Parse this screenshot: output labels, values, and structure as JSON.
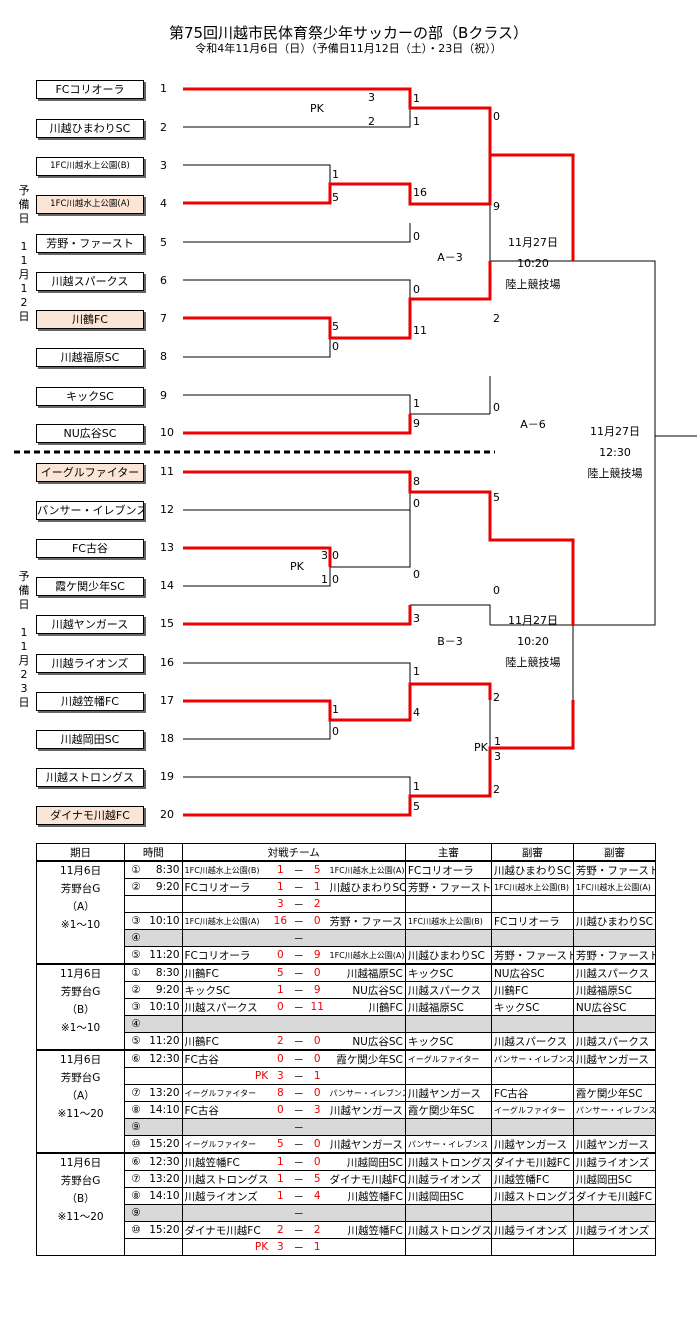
{
  "header": {
    "title": "第75回川越市民体育祭少年サッカーの部（Bクラス）",
    "subtitle": "令和4年11月6日（日）（予備日11月12日（土）・23日（祝））"
  },
  "teams": [
    {
      "name": "FCコリオーラ",
      "seed": "1"
    },
    {
      "name": "川越ひまわりSC",
      "seed": "2"
    },
    {
      "name": "1FC川越水上公園(B)",
      "seed": "3"
    },
    {
      "name": "1FC川越水上公園(A)",
      "seed": "4"
    },
    {
      "name": "芳野・ファースト",
      "seed": "5"
    },
    {
      "name": "川越スパークス",
      "seed": "6"
    },
    {
      "name": "川鶴FC",
      "seed": "7"
    },
    {
      "name": "川越福原SC",
      "seed": "8"
    },
    {
      "name": "キックSC",
      "seed": "9"
    },
    {
      "name": "NU広谷SC",
      "seed": "10"
    },
    {
      "name": "イーグルファイター",
      "seed": "11"
    },
    {
      "name": "パンサー・イレブンス",
      "seed": "12"
    },
    {
      "name": "FC古谷",
      "seed": "13"
    },
    {
      "name": "霞ケ関少年SC",
      "seed": "14"
    },
    {
      "name": "川越ヤンガース",
      "seed": "15"
    },
    {
      "name": "川越ライオンズ",
      "seed": "16"
    },
    {
      "name": "川越笠幡FC",
      "seed": "17"
    },
    {
      "name": "川越岡田SC",
      "seed": "18"
    },
    {
      "name": "川越ストロングス",
      "seed": "19"
    },
    {
      "name": "ダイナモ川越FC",
      "seed": "20"
    }
  ],
  "side_labels": {
    "top": [
      "予",
      "備",
      "日",
      "",
      "1",
      "1",
      "月",
      "1",
      "2",
      "日"
    ],
    "bottom": [
      "予",
      "備",
      "日",
      "",
      "1",
      "1",
      "月",
      "2",
      "3",
      "日"
    ]
  },
  "bracket": {
    "pk": "PK",
    "scores": [
      "3",
      "2",
      "1",
      "1",
      "1",
      "5",
      "16",
      "0",
      "0",
      "9",
      "0",
      "5",
      "0",
      "11",
      "2",
      "1",
      "9",
      "0",
      "8",
      "0",
      "5",
      "3",
      "1",
      "0",
      "0",
      "0",
      "3",
      "0",
      "1",
      "1",
      "4",
      "0",
      "2",
      "1",
      "3",
      "1",
      "5",
      "2"
    ],
    "semi_top": {
      "label": "A－3",
      "date": "11月27日",
      "time": "10:20",
      "venue": "陸上競技場"
    },
    "semi_bottom": {
      "label": "B－3",
      "date": "11月27日",
      "time": "10:20",
      "venue": "陸上競技場"
    },
    "final": {
      "label": "A－6",
      "date": "11月27日",
      "time": "12:30",
      "venue": "陸上競技場"
    }
  },
  "schedule": {
    "headers": [
      "期日",
      "時間",
      "対戦チーム",
      "主審",
      "副審",
      "副審"
    ],
    "blocks": [
      {
        "date": [
          "11月6日",
          "芳野台G",
          "（A）",
          "※1～10"
        ],
        "rows": [
          {
            "no": "①",
            "time": "8:30",
            "home": "1FC川越水上公園(B)",
            "hs": "1",
            "dash": "－",
            "as": "5",
            "away": "1FC川越水上公園(A)",
            "ref": "FCコリオーラ",
            "a1": "川越ひまわりSC",
            "a2": "芳野・ファースト",
            "gray": false
          },
          {
            "no": "②",
            "time": "9:20",
            "home": "FCコリオーラ",
            "hs": "1",
            "dash": "－",
            "as": "1",
            "away": "川越ひまわりSC",
            "ref": "芳野・ファースト",
            "a1": "1FC川越水上公園(B)",
            "a2": "1FC川越水上公園(A)",
            "gray": false
          },
          {
            "no": "",
            "time": "",
            "home": "",
            "hs": "3",
            "dash": "－",
            "as": "2",
            "away": "",
            "ref": "",
            "a1": "",
            "a2": "",
            "gray": false
          },
          {
            "no": "③",
            "time": "10:10",
            "home": "1FC川越水上公園(A)",
            "hs": "16",
            "dash": "－",
            "as": "0",
            "away": "芳野・ファースト",
            "ref": "1FC川越水上公園(B)",
            "a1": "FCコリオーラ",
            "a2": "川越ひまわりSC",
            "gray": false
          },
          {
            "no": "④",
            "time": "",
            "home": "",
            "hs": "",
            "dash": "－",
            "as": "",
            "away": "",
            "ref": "",
            "a1": "",
            "a2": "",
            "gray": true
          },
          {
            "no": "⑤",
            "time": "11:20",
            "home": "FCコリオーラ",
            "hs": "0",
            "dash": "－",
            "as": "9",
            "away": "1FC川越水上公園(A)",
            "ref": "川越ひまわりSC",
            "a1": "芳野・ファースト",
            "a2": "芳野・ファースト",
            "gray": false
          }
        ]
      },
      {
        "date": [
          "11月6日",
          "芳野台G",
          "（B）",
          "※1～10"
        ],
        "rows": [
          {
            "no": "①",
            "time": "8:30",
            "home": "川鶴FC",
            "hs": "5",
            "dash": "－",
            "as": "0",
            "away": "川越福原SC",
            "ref": "キックSC",
            "a1": "NU広谷SC",
            "a2": "川越スパークス",
            "gray": false
          },
          {
            "no": "②",
            "time": "9:20",
            "home": "キックSC",
            "hs": "1",
            "dash": "－",
            "as": "9",
            "away": "NU広谷SC",
            "ref": "川越スパークス",
            "a1": "川鶴FC",
            "a2": "川越福原SC",
            "gray": false
          },
          {
            "no": "③",
            "time": "10:10",
            "home": "川越スパークス",
            "hs": "0",
            "dash": "－",
            "as": "11",
            "away": "川鶴FC",
            "ref": "川越福原SC",
            "a1": "キックSC",
            "a2": "NU広谷SC",
            "gray": false
          },
          {
            "no": "④",
            "time": "",
            "home": "",
            "hs": "",
            "dash": "",
            "as": "",
            "away": "",
            "ref": "",
            "a1": "",
            "a2": "",
            "gray": true
          },
          {
            "no": "⑤",
            "time": "11:20",
            "home": "川鶴FC",
            "hs": "2",
            "dash": "－",
            "as": "0",
            "away": "NU広谷SC",
            "ref": "キックSC",
            "a1": "川越スパークス",
            "a2": "川越スパークス",
            "gray": false
          }
        ]
      },
      {
        "date": [
          "11月6日",
          "芳野台G",
          "（A）",
          "※11～20"
        ],
        "rows": [
          {
            "no": "⑥",
            "time": "12:30",
            "home": "FC古谷",
            "hs": "0",
            "dash": "－",
            "as": "0",
            "away": "霞ケ関少年SC",
            "ref": "イーグルファイター",
            "a1": "パンサー・イレブンス",
            "a2": "川越ヤンガース",
            "gray": false
          },
          {
            "no": "",
            "time": "",
            "home": "",
            "pk": "PK",
            "hs": "3",
            "dash": "－",
            "as": "1",
            "away": "",
            "ref": "",
            "a1": "",
            "a2": "",
            "gray": false
          },
          {
            "no": "⑦",
            "time": "13:20",
            "home": "イーグルファイター",
            "hs": "8",
            "dash": "－",
            "as": "0",
            "away": "パンサー・イレブンス",
            "ref": "川越ヤンガース",
            "a1": "FC古谷",
            "a2": "霞ケ関少年SC",
            "gray": false
          },
          {
            "no": "⑧",
            "time": "14:10",
            "home": "FC古谷",
            "hs": "0",
            "dash": "－",
            "as": "3",
            "away": "川越ヤンガース",
            "ref": "霞ケ関少年SC",
            "a1": "イーグルファイター",
            "a2": "パンサー・イレブンス",
            "gray": false
          },
          {
            "no": "⑨",
            "time": "",
            "home": "",
            "hs": "",
            "dash": "－",
            "as": "",
            "away": "",
            "ref": "",
            "a1": "",
            "a2": "",
            "gray": true
          },
          {
            "no": "⑩",
            "time": "15:20",
            "home": "イーグルファイター",
            "hs": "5",
            "dash": "－",
            "as": "0",
            "away": "川越ヤンガース",
            "ref": "パンサー・イレブンス",
            "a1": "川越ヤンガース",
            "a2": "川越ヤンガース",
            "gray": false
          }
        ]
      },
      {
        "date": [
          "11月6日",
          "芳野台G",
          "（B）",
          "※11～20"
        ],
        "rows": [
          {
            "no": "⑥",
            "time": "12:30",
            "home": "川越笠幡FC",
            "hs": "1",
            "dash": "－",
            "as": "0",
            "away": "川越岡田SC",
            "ref": "川越ストロングス",
            "a1": "ダイナモ川越FC",
            "a2": "川越ライオンズ",
            "gray": false
          },
          {
            "no": "⑦",
            "time": "13:20",
            "home": "川越ストロングス",
            "hs": "1",
            "dash": "－",
            "as": "5",
            "away": "ダイナモ川越FC",
            "ref": "川越ライオンズ",
            "a1": "川越笠幡FC",
            "a2": "川越岡田SC",
            "gray": false
          },
          {
            "no": "⑧",
            "time": "14:10",
            "home": "川越ライオンズ",
            "hs": "1",
            "dash": "－",
            "as": "4",
            "away": "川越笠幡FC",
            "ref": "川越岡田SC",
            "a1": "川越ストロングス",
            "a2": "ダイナモ川越FC",
            "gray": false
          },
          {
            "no": "⑨",
            "time": "",
            "home": "",
            "hs": "",
            "dash": "－",
            "as": "",
            "away": "",
            "ref": "",
            "a1": "",
            "a2": "",
            "gray": true
          },
          {
            "no": "⑩",
            "time": "15:20",
            "home": "ダイナモ川越FC",
            "hs": "2",
            "dash": "－",
            "as": "2",
            "away": "川越笠幡FC",
            "ref": "川越ストロングス",
            "a1": "川越ライオンズ",
            "a2": "川越ライオンズ",
            "gray": false
          },
          {
            "no": "",
            "time": "",
            "home": "",
            "pk": "PK",
            "hs": "3",
            "dash": "－",
            "as": "1",
            "away": "",
            "ref": "",
            "a1": "",
            "a2": "",
            "gray": false
          }
        ]
      }
    ]
  }
}
